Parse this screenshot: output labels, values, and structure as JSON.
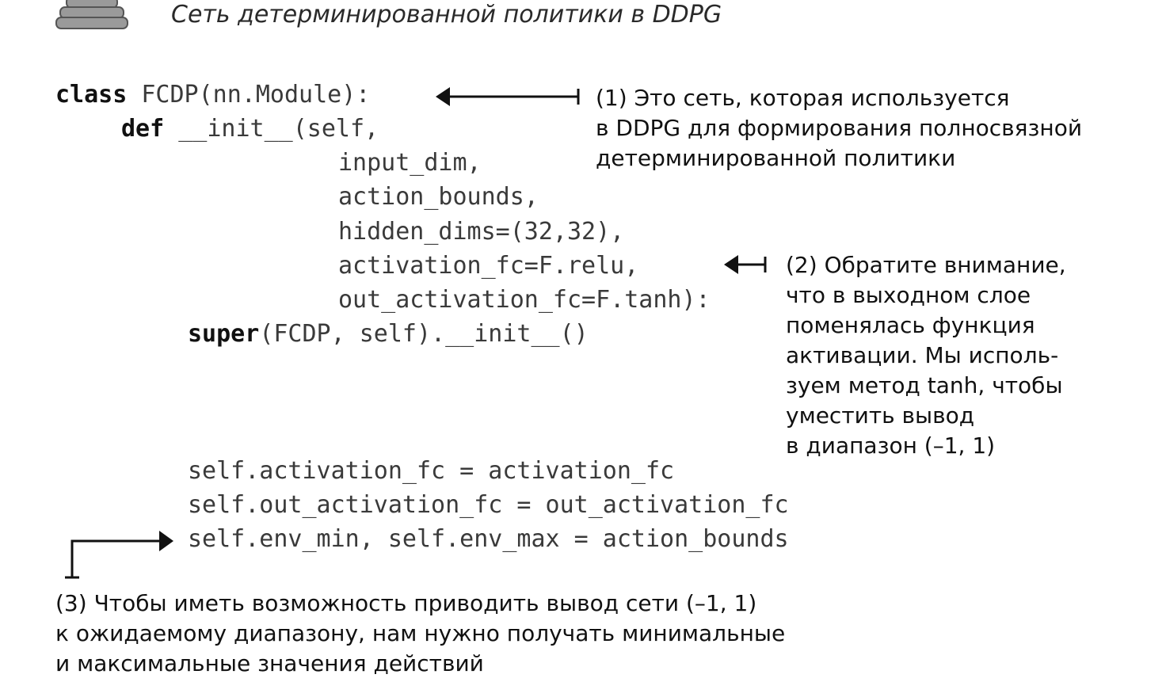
{
  "header": {
    "title": "Сеть детерминированной политики в DDPG",
    "icon": "stacked-pages-icon"
  },
  "code": {
    "line1": {
      "kw": "class",
      "rest": " FCDP(nn.Module):"
    },
    "line2": {
      "kw": "def",
      "rest": " __init__(self,"
    },
    "line3": "input_dim,",
    "line4": "action_bounds,",
    "line5": "hidden_dims=(32,32),",
    "line6": "activation_fc=F.relu,",
    "line7": "out_activation_fc=F.tanh):",
    "line8": {
      "kw": "super",
      "rest": "(FCDP, self).__init__()"
    },
    "line9": "self.activation_fc = activation_fc",
    "line10": "self.out_activation_fc = out_activation_fc",
    "line11": "self.env_min, self.env_max = action_bounds"
  },
  "annotations": {
    "a1": [
      "(1) Это сеть, которая используется",
      "в DDPG для формирования полносвязной",
      "детерминированной политики"
    ],
    "a2": [
      "(2) Обратите внимание,",
      "что в выходном слое",
      "поменялась функция",
      "активации. Мы исполь-",
      "зуем метод tanh, чтобы",
      "уместить вывод",
      "в диапазон (–1, 1)"
    ],
    "a3": [
      "(3) Чтобы иметь возможность приводить вывод сети (–1, 1)",
      "к ожидаемому диапазону, нам нужно получать минимальные",
      "и максимальные значения действий"
    ]
  },
  "colors": {
    "text": "#111111",
    "code": "#3a3a3a",
    "icon": "#8a8a8a"
  }
}
